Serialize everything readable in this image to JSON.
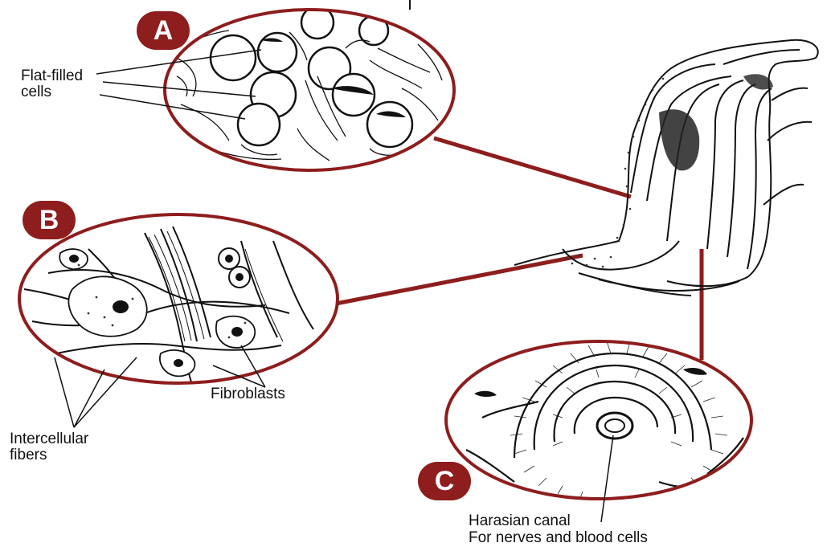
{
  "panels": {
    "a": {
      "badge": "A",
      "label_line1": "Flat-filled",
      "label_line2": "cells"
    },
    "b": {
      "badge": "B",
      "fibroblasts": "Fibroblasts",
      "fibers_line1": "Intercellular",
      "fibers_line2": "fibers"
    },
    "c": {
      "badge": "C",
      "canal_line1": "Harasian canal",
      "canal_line2": "For nerves and blood cells"
    }
  },
  "colors": {
    "accent": "#8e1d1d",
    "ink": "#111111",
    "background": "#ffffff"
  }
}
